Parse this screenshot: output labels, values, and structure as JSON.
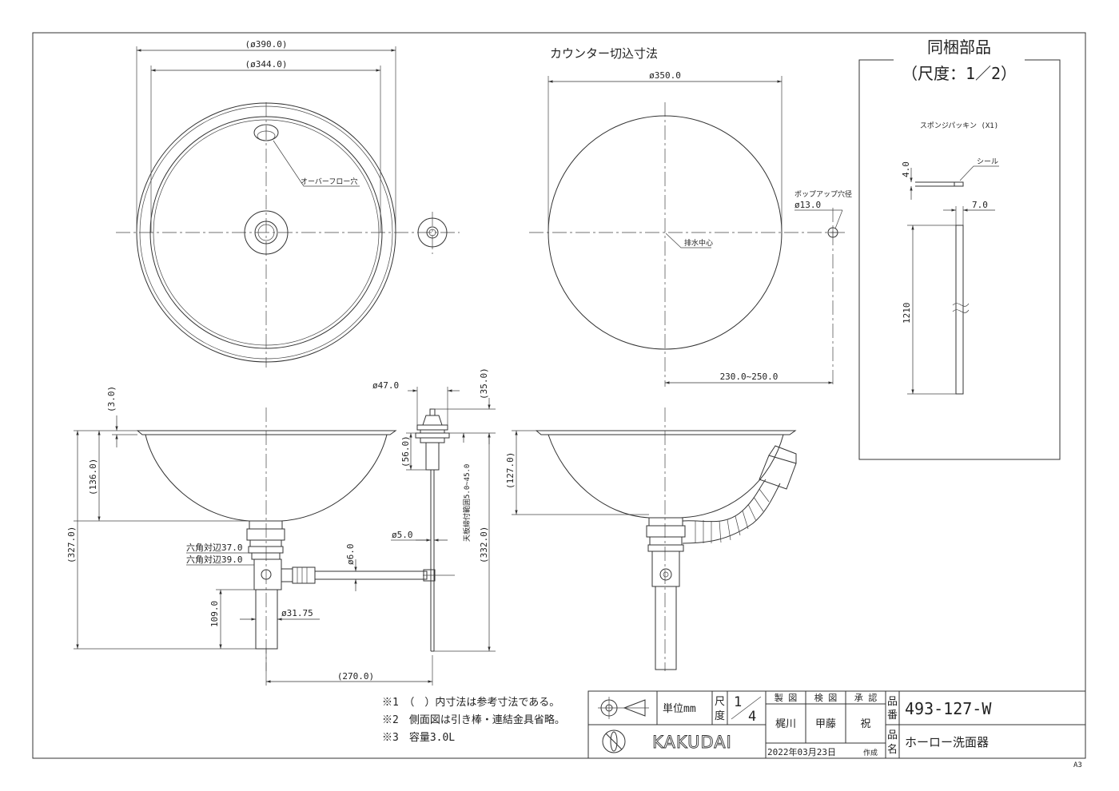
{
  "top_view": {
    "dim_outer": "(ø390.0)",
    "dim_inner": "(ø344.0)",
    "overflow_label": "オーバーフロー穴"
  },
  "cutout_view": {
    "title": "カウンター切込寸法",
    "dim_diameter": "ø350.0",
    "popup_label": "ポップアップ穴径",
    "popup_dim": "ø13.0",
    "drain_center": "排水中心",
    "dim_offset": "230.0~250.0"
  },
  "side_view": {
    "dim_rim": "(3.0)",
    "dim_bowl_depth": "(136.0)",
    "dim_total_height": "(327.0)",
    "dim_trap_height": "109.0",
    "hex_37": "六角対辺37.0",
    "hex_39": "六角対辺39.0",
    "dim_pipe": "ø31.75",
    "dim_horizontal": "(270.0)"
  },
  "popup_detail": {
    "dim_knob": "ø47.0",
    "dim_knob_height": "(35.0)",
    "dim_body": "(56.0)",
    "counter_range": "天板締付範囲5.0~45.0",
    "dim_rod": "ø5.0",
    "dim_rod2": "ø6.0",
    "dim_rod_length": "(332.0)"
  },
  "right_side_view": {
    "dim_depth": "(127.0)"
  },
  "parts_box": {
    "title": "同梱部品",
    "scale": "（尺度：1／2）",
    "part_name": "スポンジパッキン (X1)",
    "seal_label": "シール",
    "dim_thickness": "4.0",
    "dim_width": "7.0",
    "dim_length": "1210"
  },
  "notes": [
    "※1　（　）内寸法は参考寸法である。",
    "※2　側面図は引き棒・連結金具省略。",
    "※3　容量3.0L"
  ],
  "title_block": {
    "unit_label": "単位mm",
    "scale_label_1": "尺",
    "scale_label_2": "度",
    "scale_num": "1",
    "scale_den": "4",
    "drawn_label": "製 図",
    "checked_label": "検 図",
    "approved_label": "承 認",
    "drawn_by": "梶川",
    "checked_by": "甲藤",
    "approved_by": "祝",
    "date": "2022年03月23日",
    "date_suffix": "作成",
    "part_no_label_1": "品",
    "part_no_label_2": "番",
    "part_no": "493-127-W",
    "name_label_1": "品",
    "name_label_2": "名",
    "part_name": "ホーロー洗面器",
    "brand": "KAKUDAI",
    "sheet_size": "A3"
  }
}
